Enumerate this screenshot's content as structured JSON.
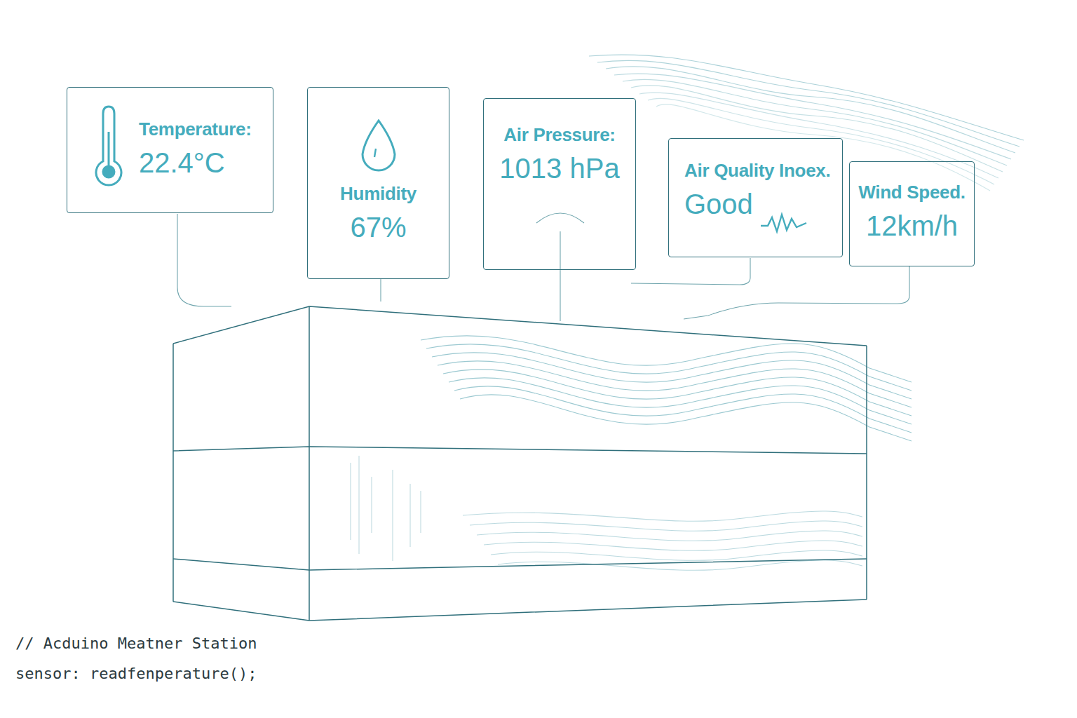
{
  "diagram": {
    "nodes": [
      {
        "text": [
          "Temperature:",
          "22.4°C"
        ]
      },
      {
        "text": [
          "Humidity",
          "67%"
        ]
      },
      {
        "text": [
          "Air Pressure:",
          "1013 hPa"
        ]
      },
      {
        "text": [
          "Air Quality Inoex.",
          "Good"
        ]
      },
      {
        "text": [
          "Wind Speed.",
          "12km/h"
        ]
      }
    ],
    "labels": [
      "// Acduino Meatner Station",
      "sensor: readfenperature();"
    ]
  }
}
